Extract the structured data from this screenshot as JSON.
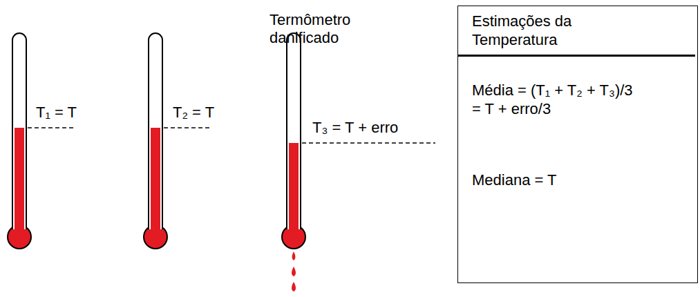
{
  "diagram": {
    "nodes": [
      {
        "text": [
          "Estimações da Temperatura",
          "Média = (T₁ + T₂ + T₃)/3 = T + erro/3",
          "Mediana = T"
        ]
      }
    ],
    "labels": [
      "T₁ = T",
      "T₂ = T",
      "T₃ = T + erro",
      "Termômetro danificado"
    ]
  }
}
